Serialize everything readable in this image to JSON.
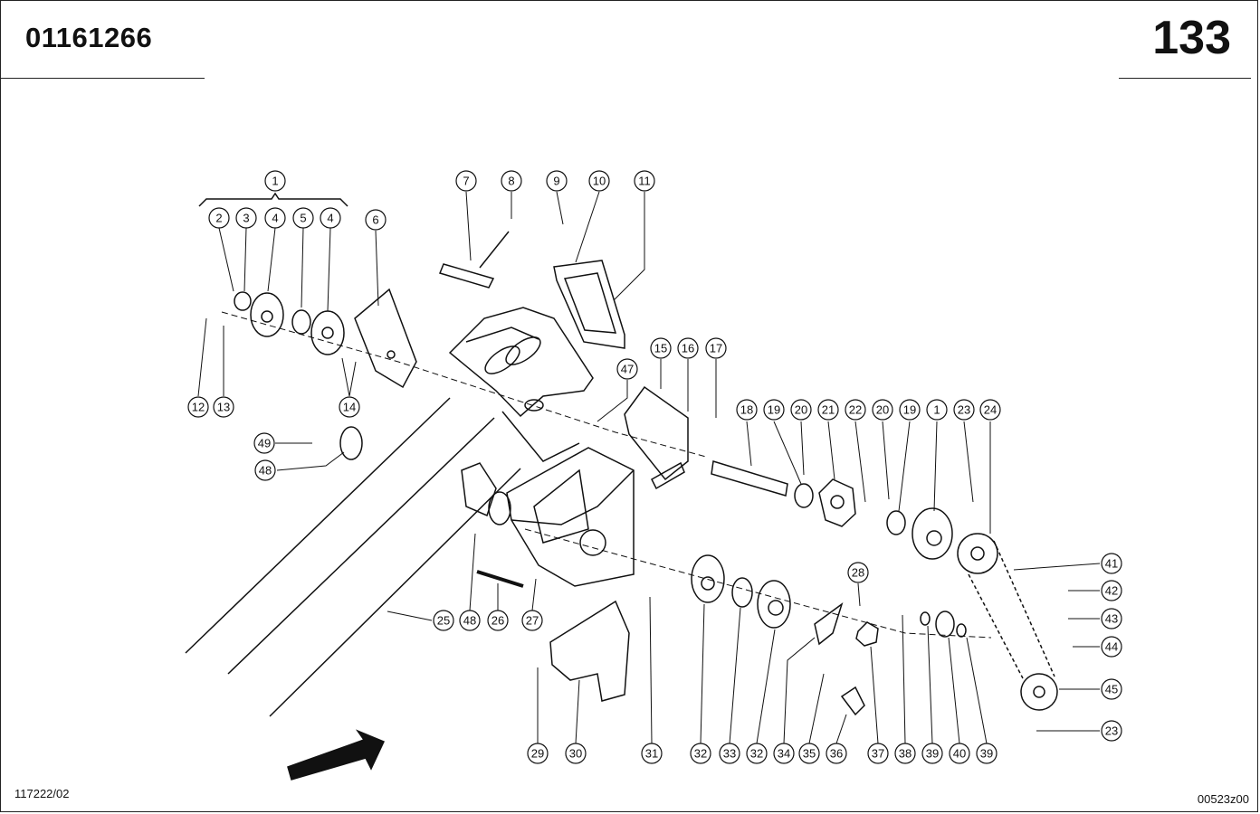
{
  "header": {
    "part_number": "01161266",
    "page_number": "133"
  },
  "footer": {
    "drawing_code": "117222/02",
    "image_code": "00523z00"
  },
  "callouts": [
    "1",
    "2",
    "3",
    "4",
    "5",
    "4",
    "6",
    "7",
    "8",
    "9",
    "10",
    "11",
    "12",
    "13",
    "14",
    "15",
    "16",
    "17",
    "18",
    "19",
    "20",
    "21",
    "22",
    "20",
    "19",
    "1",
    "23",
    "24",
    "49",
    "48",
    "47",
    "41",
    "42",
    "43",
    "44",
    "45",
    "23",
    "25",
    "48",
    "26",
    "27",
    "28",
    "29",
    "30",
    "31",
    "32",
    "33",
    "32",
    "34",
    "35",
    "36",
    "37",
    "38",
    "39",
    "40",
    "39"
  ]
}
